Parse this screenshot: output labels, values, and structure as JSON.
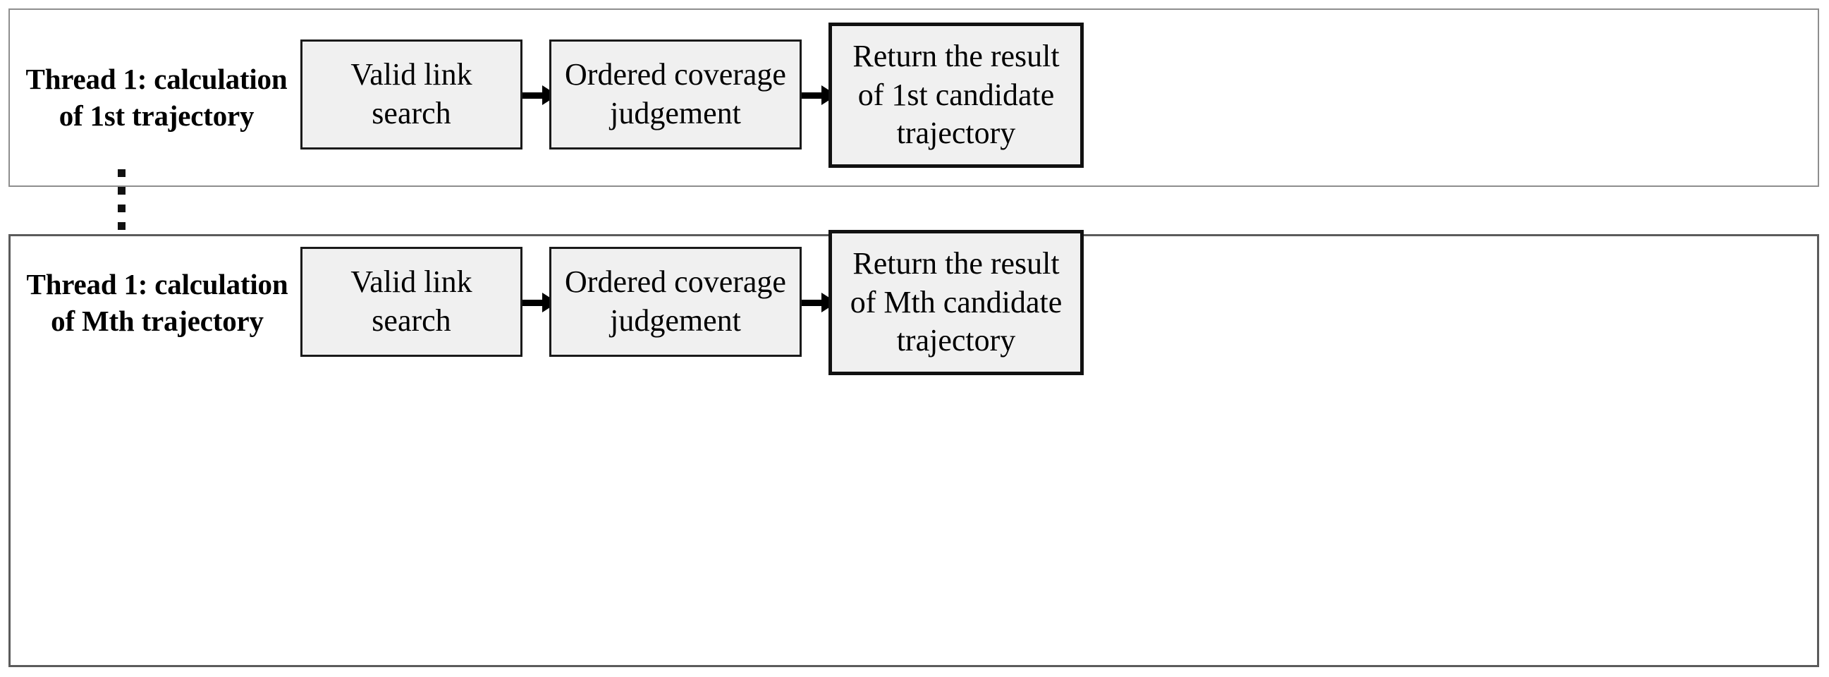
{
  "figure": {
    "type": "flowchart",
    "description": "Two parallel thread pipelines for candidate trajectory calculation",
    "colors": {
      "box_fill": "#f0f0f0",
      "box_border": "#1a1a1a",
      "panel_border": "#8e8e8e",
      "arrow": "#000000",
      "text": "#000000",
      "background": "#ffffff"
    }
  },
  "threads": [
    {
      "id": "thread-1",
      "label": {
        "line1": "Thread 1: calculation",
        "line2": "of 1st trajectory"
      },
      "steps": [
        {
          "id": "valid-link-search",
          "line1": "Valid link",
          "line2": "search",
          "emphasis": false
        },
        {
          "id": "ordered-coverage-judgement",
          "line1": "Ordered coverage",
          "line2": "judgement",
          "emphasis": false
        },
        {
          "id": "return-result",
          "line1": "Return the result",
          "line2": "of 1st candidate",
          "line3": "trajectory",
          "emphasis": true
        }
      ]
    },
    {
      "id": "thread-m",
      "label": {
        "line1": "Thread 1: calculation",
        "line2": "of Mth trajectory"
      },
      "steps": [
        {
          "id": "valid-link-search",
          "line1": "Valid link",
          "line2": "search",
          "emphasis": false
        },
        {
          "id": "ordered-coverage-judgement",
          "line1": "Ordered coverage",
          "line2": "judgement",
          "emphasis": false
        },
        {
          "id": "return-result",
          "line1": "Return the result",
          "line2": "of Mth candidate",
          "line3": "trajectory",
          "emphasis": true
        }
      ]
    }
  ],
  "connector": {
    "style": "vertical-dotted",
    "dot_count": 5
  }
}
